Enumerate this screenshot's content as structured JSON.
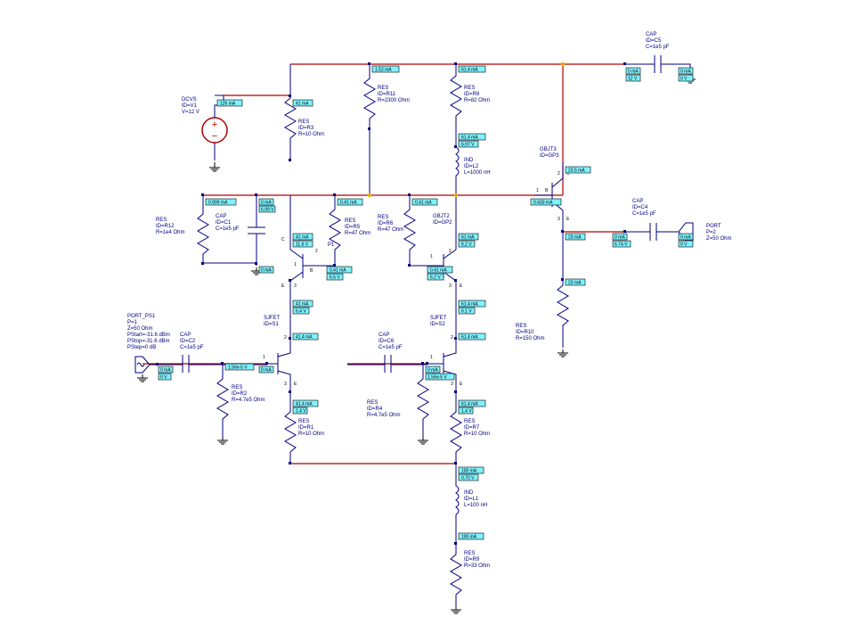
{
  "components": [
    {
      "id": "cap_c5",
      "lines": [
        "CAP",
        "ID=C5",
        "C=1e5 pF"
      ]
    },
    {
      "id": "dcvs_v1",
      "lines": [
        "DCVS",
        "ID=V1",
        "V=12 V"
      ]
    },
    {
      "id": "res_r3",
      "lines": [
        "RES",
        "ID=R3",
        "R=10 Ohm"
      ]
    },
    {
      "id": "res_r11",
      "lines": [
        "RES",
        "ID=R11",
        "R=2300 Ohm"
      ]
    },
    {
      "id": "res_r8",
      "lines": [
        "RES",
        "ID=R8",
        "R=82 Ohm"
      ]
    },
    {
      "id": "ind_l2",
      "lines": [
        "IND",
        "ID=L2",
        "L=1000 nH"
      ]
    },
    {
      "id": "gbjt3",
      "lines": [
        "GBJT3",
        "ID=GP3"
      ]
    },
    {
      "id": "res_r12",
      "lines": [
        "RES",
        "ID=R12",
        "R=1e4 Ohm"
      ]
    },
    {
      "id": "cap_c1",
      "lines": [
        "CAP",
        "ID=C1",
        "C=1e5 pF"
      ]
    },
    {
      "id": "res_r5",
      "lines": [
        "RES",
        "ID=R5",
        "R=47 Ohm"
      ]
    },
    {
      "id": "res_r6",
      "lines": [
        "RES",
        "ID=R6",
        "R=47 Ohm"
      ]
    },
    {
      "id": "gbjt2",
      "lines": [
        "GBJT2",
        "ID=GP2"
      ]
    },
    {
      "id": "p1",
      "lines": [
        "P1"
      ]
    },
    {
      "id": "cap_c4",
      "lines": [
        "CAP",
        "ID=C4",
        "C=1e5 pF"
      ]
    },
    {
      "id": "port_p2",
      "lines": [
        "PORT",
        "P=2",
        "Z=50 Ohm"
      ]
    },
    {
      "id": "port_ps1",
      "lines": [
        "PORT_PS1",
        "P=1",
        "Z=50 Ohm",
        "PStart=-31.6 dBm",
        "PStop=-31.6 dBm",
        "PStep=0 dB"
      ]
    },
    {
      "id": "cap_c2",
      "lines": [
        "CAP",
        "ID=C2",
        "C=1e5 pF"
      ]
    },
    {
      "id": "sjfet_s1",
      "lines": [
        "SJFET",
        "ID=S1"
      ]
    },
    {
      "id": "cap_c6",
      "lines": [
        "CAP",
        "ID=C6",
        "C=1e5 pF"
      ]
    },
    {
      "id": "sjfet_s2",
      "lines": [
        "SJFET",
        "ID=S2"
      ]
    },
    {
      "id": "res_r10",
      "lines": [
        "RES",
        "ID=R10",
        "R=150 Ohm"
      ]
    },
    {
      "id": "res_r2",
      "lines": [
        "RES",
        "ID=R2",
        "R=4.7e5 Ohm"
      ]
    },
    {
      "id": "res_r4",
      "lines": [
        "RES",
        "ID=R4",
        "R=4.7e5 Ohm"
      ]
    },
    {
      "id": "res_r1",
      "lines": [
        "RES",
        "ID=R1",
        "R=10 Ohm"
      ]
    },
    {
      "id": "res_r7",
      "lines": [
        "RES",
        "ID=R7",
        "R=10 Ohm"
      ]
    },
    {
      "id": "ind_l1",
      "lines": [
        "IND",
        "ID=L1",
        "L=100 nH"
      ]
    },
    {
      "id": "res_r9",
      "lines": [
        "RES",
        "ID=R9",
        "R=33 Ohm"
      ]
    }
  ],
  "annotations": [
    {
      "id": "a01",
      "text": "1.52 mA"
    },
    {
      "id": "a02",
      "text": "61.4 mA"
    },
    {
      "id": "a03",
      "text": "0 mA"
    },
    {
      "id": "a04",
      "text": "12 V"
    },
    {
      "id": "a05",
      "text": "0 mA"
    },
    {
      "id": "a06",
      "text": "0 V"
    },
    {
      "id": "a07",
      "text": "126 mA"
    },
    {
      "id": "a08",
      "text": "41 mA"
    },
    {
      "id": "a09",
      "text": "61.4 mA"
    },
    {
      "id": "a10",
      "text": "6.97 V"
    },
    {
      "id": "a11",
      "text": "23.5 mA"
    },
    {
      "id": "a12",
      "text": "0.999 mA"
    },
    {
      "id": "a13",
      "text": "0 mA"
    },
    {
      "id": "a14",
      "text": "6.99 V"
    },
    {
      "id": "a15",
      "text": "0.41 mA"
    },
    {
      "id": "a16",
      "text": "0.41 mA"
    },
    {
      "id": "a17",
      "text": "0.433 mA"
    },
    {
      "id": "a18",
      "text": "23 mA"
    },
    {
      "id": "a19",
      "text": "0 mA"
    },
    {
      "id": "a20",
      "text": "6.74 V"
    },
    {
      "id": "a21",
      "text": "0 mA"
    },
    {
      "id": "a22",
      "text": "0 V"
    },
    {
      "id": "a23",
      "text": "41 mA"
    },
    {
      "id": "a24",
      "text": "11.6 V"
    },
    {
      "id": "a25",
      "text": "0.41 mA"
    },
    {
      "id": "a26",
      "text": "6.5 V"
    },
    {
      "id": "a27",
      "text": "61 mA"
    },
    {
      "id": "a28",
      "text": "6.2 V"
    },
    {
      "id": "a29",
      "text": "0.41 mA"
    },
    {
      "id": "a30",
      "text": "6.2 V"
    },
    {
      "id": "a31",
      "text": "0 mA"
    },
    {
      "id": "a32",
      "text": "41 mA"
    },
    {
      "id": "a33",
      "text": "6.4 V"
    },
    {
      "id": "a34",
      "text": "61.4 mA"
    },
    {
      "id": "a35",
      "text": "6.1 V"
    },
    {
      "id": "a36",
      "text": "23 mA"
    },
    {
      "id": "a37",
      "text": "41.4 mA"
    },
    {
      "id": "a38",
      "text": "61.4 mA"
    },
    {
      "id": "a39",
      "text": "0 mA"
    },
    {
      "id": "a40",
      "text": "0 V"
    },
    {
      "id": "a41",
      "text": "1.56e-5 V"
    },
    {
      "id": "a42",
      "text": "0 mA"
    },
    {
      "id": "a43",
      "text": "0 mA"
    },
    {
      "id": "a44",
      "text": "1.56e-5 V"
    },
    {
      "id": "a45",
      "text": "41.4 mA"
    },
    {
      "id": "a46",
      "text": "1.4 V"
    },
    {
      "id": "a47",
      "text": "61.4 mA"
    },
    {
      "id": "a48",
      "text": "1.4 V"
    },
    {
      "id": "a49",
      "text": "100 mA"
    },
    {
      "id": "a50",
      "text": "0.70 V"
    },
    {
      "id": "a51",
      "text": "100 mA"
    }
  ],
  "pins": [
    {
      "id": "p01",
      "text": "1"
    },
    {
      "id": "p02",
      "text": "2"
    },
    {
      "id": "p03",
      "text": "3"
    },
    {
      "id": "p04",
      "text": "B"
    },
    {
      "id": "p05",
      "text": "C"
    },
    {
      "id": "p06",
      "text": "E"
    },
    {
      "id": "p07",
      "text": "1"
    },
    {
      "id": "p08",
      "text": "2"
    },
    {
      "id": "p09",
      "text": "3"
    },
    {
      "id": "p10",
      "text": "B"
    },
    {
      "id": "p11",
      "text": "E"
    },
    {
      "id": "p12",
      "text": "1"
    },
    {
      "id": "p13",
      "text": "2"
    },
    {
      "id": "p14",
      "text": "3"
    },
    {
      "id": "p15",
      "text": "C"
    },
    {
      "id": "p16",
      "text": "B"
    },
    {
      "id": "p17",
      "text": "E"
    },
    {
      "id": "p18",
      "text": "1"
    },
    {
      "id": "p19",
      "text": "2"
    },
    {
      "id": "p20",
      "text": "3"
    },
    {
      "id": "p21",
      "text": "E"
    },
    {
      "id": "p22",
      "text": "1"
    },
    {
      "id": "p23",
      "text": "2"
    },
    {
      "id": "p24",
      "text": "3"
    },
    {
      "id": "p25",
      "text": "E"
    }
  ],
  "source_symbols": {
    "plus": "+",
    "minus": "−"
  },
  "colors": {
    "wire": "#b00000",
    "component": "#000080",
    "annotation_box": "#7ff2ff",
    "node": "#e0b000"
  }
}
